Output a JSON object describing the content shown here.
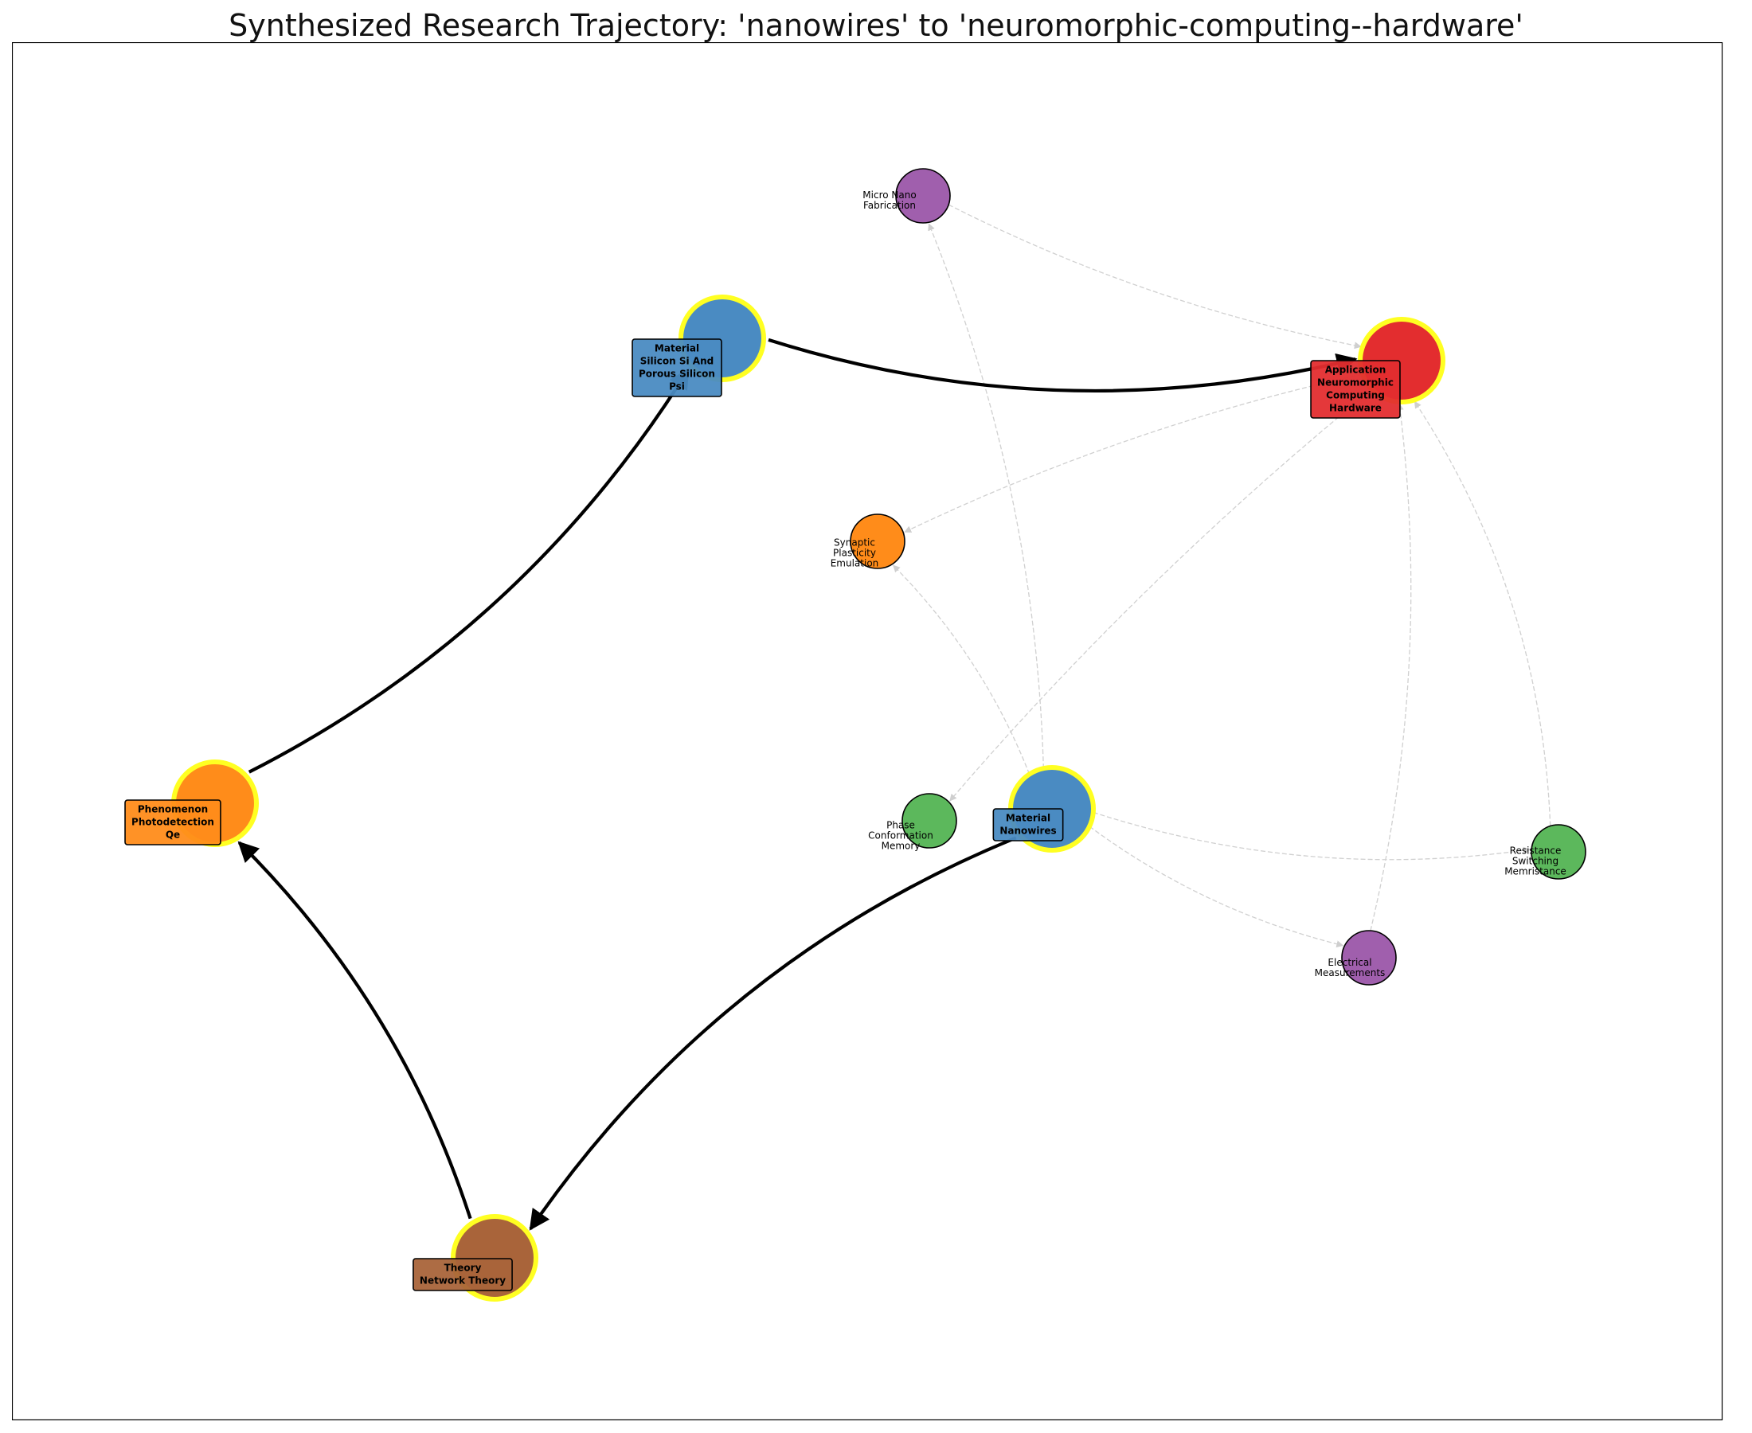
{
  "title": "Synthesized Research Trajectory: 'nanowires' to 'neuromorphic-computing--hardware'",
  "colors": {
    "material": "#4a8bc2",
    "phenomenon": "#ff8c1a",
    "theory": "#a9643a",
    "application": "#e32d2f",
    "property": "#5cb85c",
    "method": "#a05fad",
    "highlight": "#ffff22",
    "path_edge": "#000000",
    "context_edge": "#d0d0d0"
  },
  "path_nodes": [
    {
      "id": "nanowires",
      "label_lines": [
        "Material",
        "Nanowires"
      ],
      "color": "#4a8bc2"
    },
    {
      "id": "network-theory",
      "label_lines": [
        "Theory",
        "Network Theory"
      ],
      "color": "#a9643a"
    },
    {
      "id": "photodetection",
      "label_lines": [
        "Phenomenon",
        "Photodetection",
        "Qe"
      ],
      "color": "#ff8c1a"
    },
    {
      "id": "silicon",
      "label_lines": [
        "Material",
        "Silicon Si And",
        "Porous Silicon",
        "Psi"
      ],
      "color": "#4a8bc2"
    },
    {
      "id": "neuromorphic",
      "label_lines": [
        "Application",
        "Neuromorphic",
        "Computing",
        "Hardware"
      ],
      "color": "#e32d2f"
    }
  ],
  "context_nodes": [
    {
      "id": "micro-nano",
      "label_lines": [
        "Micro Nano",
        "Fabrication"
      ],
      "color": "#a05fad"
    },
    {
      "id": "synaptic",
      "label_lines": [
        "Synaptic",
        "Plasticity",
        "Emulation"
      ],
      "color": "#ff8c1a"
    },
    {
      "id": "phase",
      "label_lines": [
        "Phase",
        "Conformation",
        "Memory"
      ],
      "color": "#5cb85c"
    },
    {
      "id": "resistance",
      "label_lines": [
        "Resistance",
        "Switching",
        "Memristance"
      ],
      "color": "#5cb85c"
    },
    {
      "id": "electrical",
      "label_lines": [
        "Electrical",
        "Measurements"
      ],
      "color": "#a05fad"
    }
  ],
  "path_edges": [
    {
      "from": "nanowires",
      "to": "network-theory"
    },
    {
      "from": "network-theory",
      "to": "photodetection"
    },
    {
      "from": "photodetection",
      "to": "silicon"
    },
    {
      "from": "silicon",
      "to": "neuromorphic"
    }
  ],
  "context_edges": [
    {
      "from": "nanowires",
      "to": "micro-nano"
    },
    {
      "from": "micro-nano",
      "to": "neuromorphic"
    },
    {
      "from": "nanowires",
      "to": "synaptic"
    },
    {
      "from": "neuromorphic",
      "to": "synaptic"
    },
    {
      "from": "neuromorphic",
      "to": "phase"
    },
    {
      "from": "nanowires",
      "to": "resistance"
    },
    {
      "from": "resistance",
      "to": "neuromorphic"
    },
    {
      "from": "nanowires",
      "to": "electrical"
    },
    {
      "from": "electrical",
      "to": "neuromorphic"
    }
  ]
}
